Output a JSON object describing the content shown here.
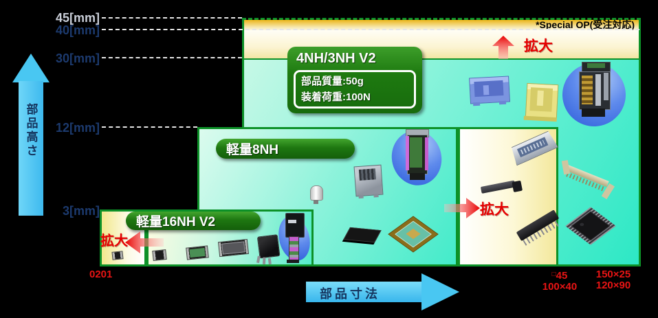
{
  "special_op": "*Special OP(受注対応)",
  "expand_label": "拡大",
  "axis_y": {
    "label": "部品高さ",
    "tick_45": "45[mm]",
    "tick_40": "40[mm]",
    "tick_30": "30[mm]",
    "tick_12": "12[mm]",
    "tick_3": "3[mm]"
  },
  "axis_x": {
    "label": "部品寸法",
    "tick_0201": "0201",
    "tick_sq_prefix": "□",
    "tick_sq_value": "45",
    "tick_100x40": "100×40",
    "tick_150x25": "150×25",
    "tick_120x90": "120×90"
  },
  "heads": {
    "nh4": {
      "label": "4NH/3NH V2",
      "spec_mass": "部品質量:50g",
      "spec_load": "装着荷重:100N"
    },
    "nh8": {
      "label": "軽量8NH"
    },
    "nh16": {
      "label": "軽量16NH V2"
    }
  },
  "colors": {
    "box_border_green": "#0d9128",
    "pill_green": "#1e7711",
    "accent_red": "#e60000",
    "navy": "#1c3a6e",
    "sky_blue": "#49c7f2",
    "gold_band": "#ecb518",
    "teal_fill": "#2de8c5"
  }
}
